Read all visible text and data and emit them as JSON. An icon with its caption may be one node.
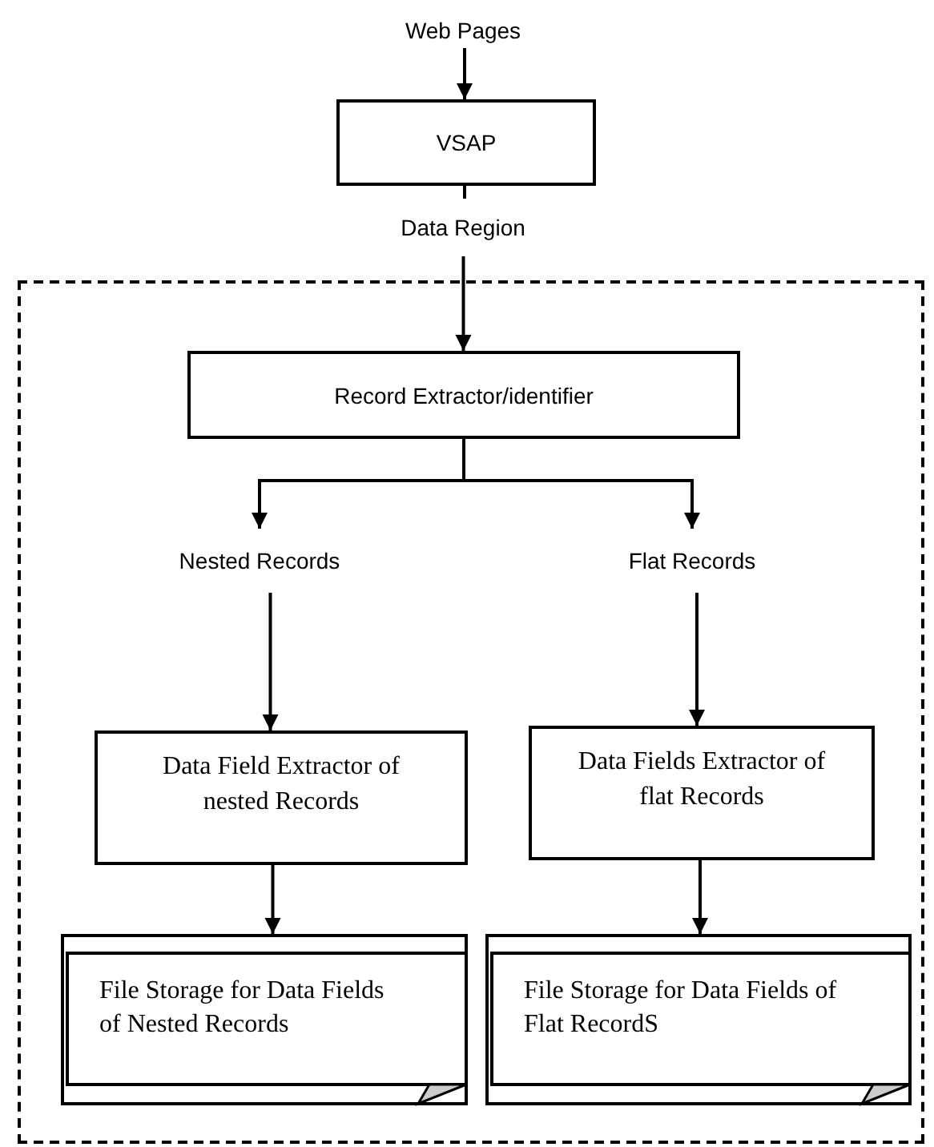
{
  "diagram": {
    "nodes": [
      {
        "text": [
          "Web Pages"
        ]
      },
      {
        "text": [
          "VSAP"
        ]
      },
      {
        "text": [
          "Data Region"
        ]
      },
      {
        "text": [],
        "shape": "box"
      },
      {
        "text": [
          "Record Extractor/identifier"
        ],
        "in": 3
      },
      {
        "text": [
          "Nested Records"
        ],
        "in": 3
      },
      {
        "text": [
          "Flat Records"
        ],
        "in": 3
      },
      {
        "text": [
          "Data Field Extractor of nested Records"
        ],
        "in": 3
      },
      {
        "text": [
          "Data Fields Extractor of flat Records"
        ],
        "in": 3
      },
      {
        "text": [
          "File Storage for Data Fields of Nested Records"
        ],
        "in": 3
      },
      {
        "text": [
          "File Storage for Data Fields of Flat RecordS"
        ],
        "in": 3
      }
    ],
    "edges": [
      {
        "from": 0,
        "to": 1,
        "arrow": "to"
      },
      {
        "from": 1,
        "to": 2,
        "arrow": "none"
      },
      {
        "from": 2,
        "to": 4,
        "arrow": "to"
      },
      {
        "from": 4,
        "to": 5,
        "arrow": "to"
      },
      {
        "from": 4,
        "to": 6,
        "arrow": "to"
      },
      {
        "from": 5,
        "to": 7,
        "arrow": "to"
      },
      {
        "from": 6,
        "to": 8,
        "arrow": "to"
      },
      {
        "from": 7,
        "to": 9,
        "arrow": "to"
      },
      {
        "from": 8,
        "to": 10,
        "arrow": "to"
      }
    ]
  }
}
